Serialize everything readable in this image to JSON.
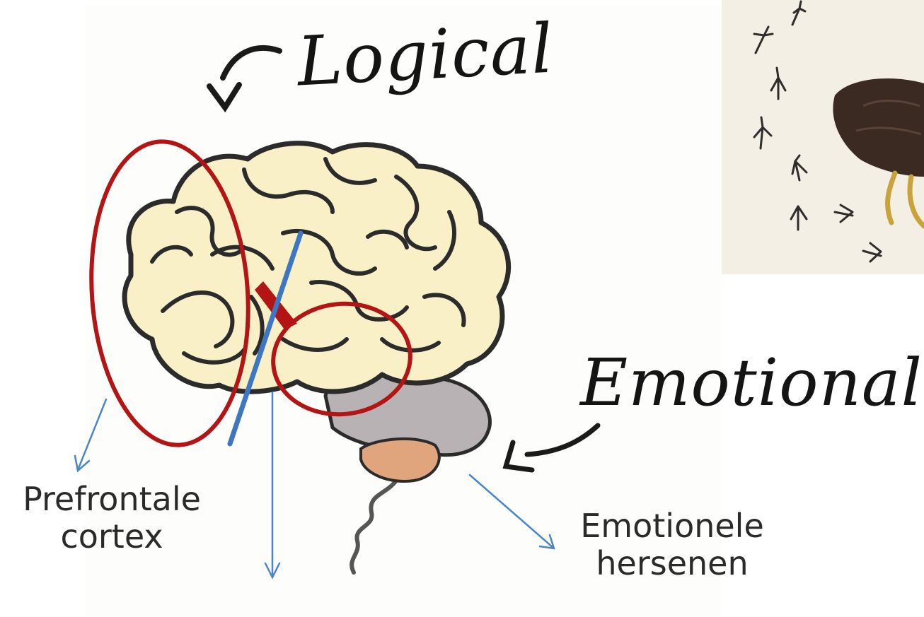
{
  "headings": {
    "logical": "Logical",
    "emotional": "Emotional"
  },
  "labels": {
    "prefrontal_line1": "Prefrontale",
    "prefrontal_line2": "cortex",
    "emotional_brain_line1": "Emotionele",
    "emotional_brain_line2": "hersenen"
  },
  "icons": {
    "logical_arrow": "curved-arrow-icon",
    "emotional_arrow": "curved-arrow-icon",
    "bird_photo": "bird-footprints-image"
  },
  "colors": {
    "highlight_circle": "#b31414",
    "pointer_arrow": "#4a86c8",
    "divider_line": "#3d77c2",
    "brain_fill": "#faf0c8",
    "brain_outline": "#2b2b2b",
    "cerebellum": "#b9b2b4",
    "brainstem_patch": "#e0a57d"
  }
}
